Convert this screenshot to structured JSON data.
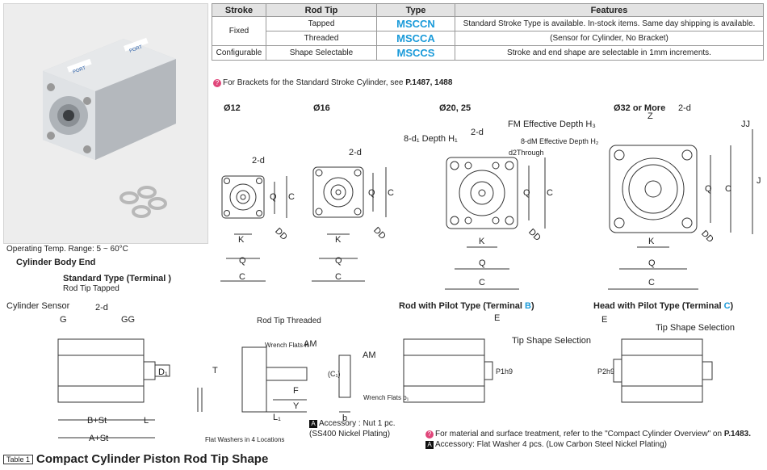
{
  "spec_table": {
    "headers": [
      "Stroke",
      "Rod Tip",
      "Type",
      "Features"
    ],
    "rows": [
      {
        "stroke": "Fixed",
        "rod_tip": "Tapped",
        "type": "MSCCN",
        "features": "Standard Stroke Type is available. In-stock items. Same day shipping is available."
      },
      {
        "rod_tip": "Threaded",
        "type": "MSCCA",
        "features": "(Sensor for Cylinder, No Bracket)"
      },
      {
        "stroke": "Configurable",
        "rod_tip": "Shape Selectable",
        "type": "MSCCS",
        "features": "Stroke and end shape are selectable in 1mm increments."
      }
    ]
  },
  "bracket_note": {
    "text": "For Brackets for the Standard Stroke Cylinder, see",
    "ref": "P.1487, 1488"
  },
  "photo": {
    "port_label": "PORT"
  },
  "front_views": {
    "sizes": [
      "Ø12",
      "Ø16",
      "Ø20, 25",
      "Ø32 or More"
    ],
    "labels": {
      "two_d": "2-d",
      "q": "Q",
      "c": "C",
      "k": "K",
      "dd": "DD",
      "j": "J",
      "jj": "JJ",
      "z": "Z",
      "d1_depth": "8-d₁ Depth H₁",
      "fm_depth": "FM Effective Depth H₃",
      "dm_depth": "8-dM Effective Depth H₂",
      "d2_through": "d2Through"
    }
  },
  "specs_left": {
    "operating_temp": "Operating Temp. Range: 5 ~ 60°C",
    "body_end": "Cylinder Body End",
    "standard_type": "Standard Type (Terminal )",
    "rod_tip_tapped": "Rod Tip Tapped"
  },
  "side_view": {
    "cylinder_sensor": "Cylinder Sensor",
    "two_d": "2-d",
    "g": "G",
    "gg": "GG",
    "d1": "D₁",
    "t": "T",
    "b_st": "B+St",
    "l": "L",
    "a_st": "A+St",
    "flat_washers": "Flat Washers in 4 Locations"
  },
  "rod_threaded": {
    "title": "Rod Tip Threaded",
    "am": "AM",
    "wrench_k": "Wrench Flats K",
    "c1": "(C₁)",
    "f": "F",
    "y": "Y",
    "l1": "L₁",
    "b": "b",
    "wrench_b1": "Wrench Flats b₁",
    "accessory_nut": "Accessory : Nut 1 pc.",
    "accessory_nut_material": "(SS400 Nickel Plating)"
  },
  "pilot_b": {
    "title": "Rod with Pilot Type (Terminal ",
    "terminal": "B",
    "close": ")",
    "e": "E",
    "tip_shape": "Tip Shape Selection",
    "p1": "P1h9"
  },
  "pilot_c": {
    "title": "Head with Pilot Type (Terminal ",
    "terminal": "C",
    "close": ")",
    "e": "E",
    "tip_shape": "Tip Shape Selection",
    "p2": "P2h9"
  },
  "material_note": {
    "text": "For material and surface treatment, refer to the \"Compact Cylinder Overview\" on",
    "ref": "P.1483.",
    "accessory": "Accessory: Flat Washer 4 pcs. (Low Carbon Steel Nickel Plating)"
  },
  "table1": {
    "tag": "Table 1",
    "title": "Compact Cylinder Piston Rod Tip Shape"
  }
}
